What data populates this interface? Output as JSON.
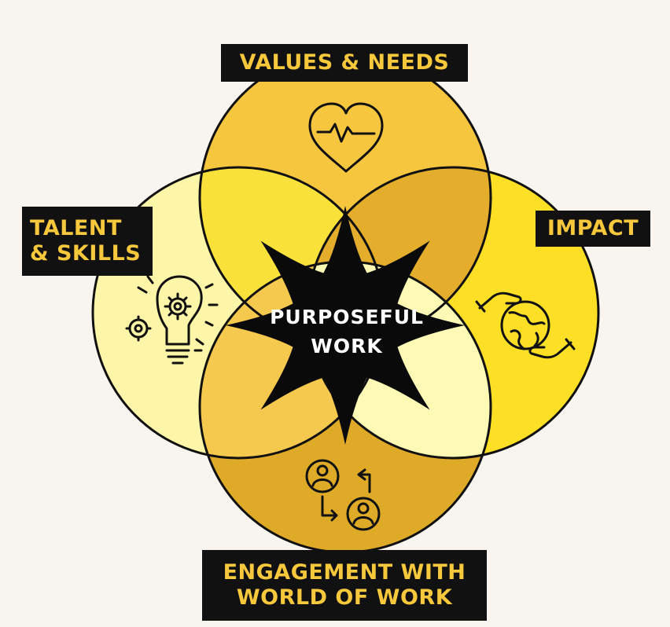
{
  "diagram": {
    "center": {
      "line1": "PURPOSEFUL",
      "line2": "WORK"
    },
    "top": {
      "line1": "VALUES & NEEDS",
      "icon": "heartbeat-heart-icon"
    },
    "left": {
      "line1": "TALENT",
      "line2": "& SKILLS",
      "icon": "lightbulb-gears-icon"
    },
    "right": {
      "line1": "IMPACT",
      "icon": "hands-globe-icon"
    },
    "bottom": {
      "line1": "ENGAGEMENT WITH",
      "line2": "WORLD OF WORK",
      "icon": "people-exchange-icon"
    }
  },
  "colors": {
    "background": "#f8f5f1",
    "top_circle": "#f7c63f",
    "left_circle": "#fdf6a8",
    "right_circle": "#fde026",
    "bottom_circle": "#dfaa27",
    "overlap_top_left": "#fbe23a",
    "overlap_top_right": "#e4ad2c",
    "overlap_left_bottom": "#f5c84e",
    "overlap_right_bottom": "#fefab6",
    "star": "#0a0a0a",
    "label_bg": "#111111",
    "label_text": "#f7c83c",
    "center_text": "#ffffff"
  }
}
